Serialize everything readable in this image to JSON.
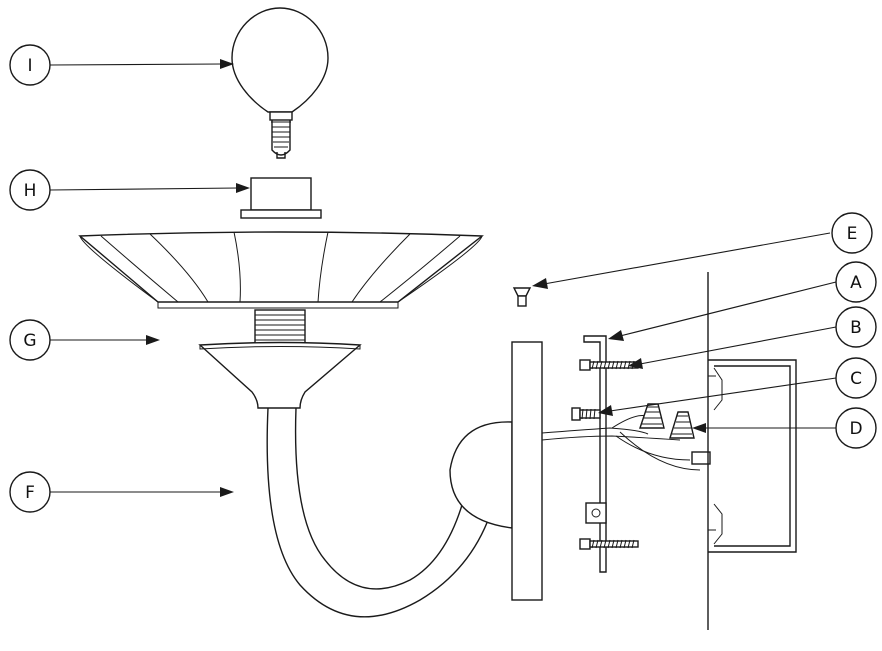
{
  "callouts": {
    "I": "I",
    "H": "H",
    "G": "G",
    "F": "F",
    "E": "E",
    "A": "A",
    "B": "B",
    "C": "C",
    "D": "D"
  }
}
